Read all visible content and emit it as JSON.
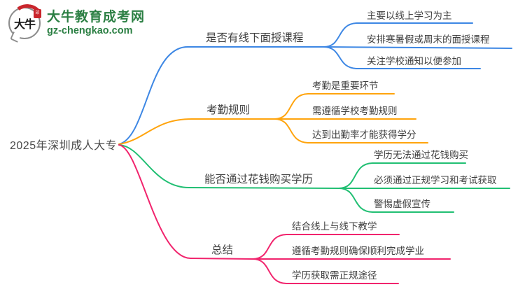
{
  "logo": {
    "bubble_text": "大牛",
    "seal_text": "印",
    "site_name": "大牛教育成考网",
    "site_domain": "gz-chengkao.com"
  },
  "root": {
    "label": "2025年深圳成人大专"
  },
  "colors": {
    "branch_blue": "#3D87E4",
    "branch_orange": "#FFA40D",
    "branch_green": "#21BF73",
    "branch_pink": "#F1246D",
    "node_text": "#3F3F3F",
    "logo_green": "#2B7F43",
    "logo_red": "#C9252C"
  },
  "branches": [
    {
      "label": "是否有线下面授课程",
      "color": "#3D87E4",
      "children": [
        "主要以线上学习为主",
        "安排寒暑假或周末的面授课程",
        "关注学校通知以便参加"
      ]
    },
    {
      "label": "考勤规则",
      "color": "#FFA40D",
      "children": [
        "考勤是重要环节",
        "需遵循学校考勤规则",
        "达到出勤率才能获得学分"
      ]
    },
    {
      "label": "能否通过花钱购买学历",
      "color": "#21BF73",
      "children": [
        "学历无法通过花钱购买",
        "必须通过正规学习和考试获取",
        "警惕虚假宣传"
      ]
    },
    {
      "label": "总结",
      "color": "#F1246D",
      "children": [
        "结合线上与线下教学",
        "遵循考勤规则确保顺利完成学业",
        "学历获取需正规途径"
      ]
    }
  ]
}
